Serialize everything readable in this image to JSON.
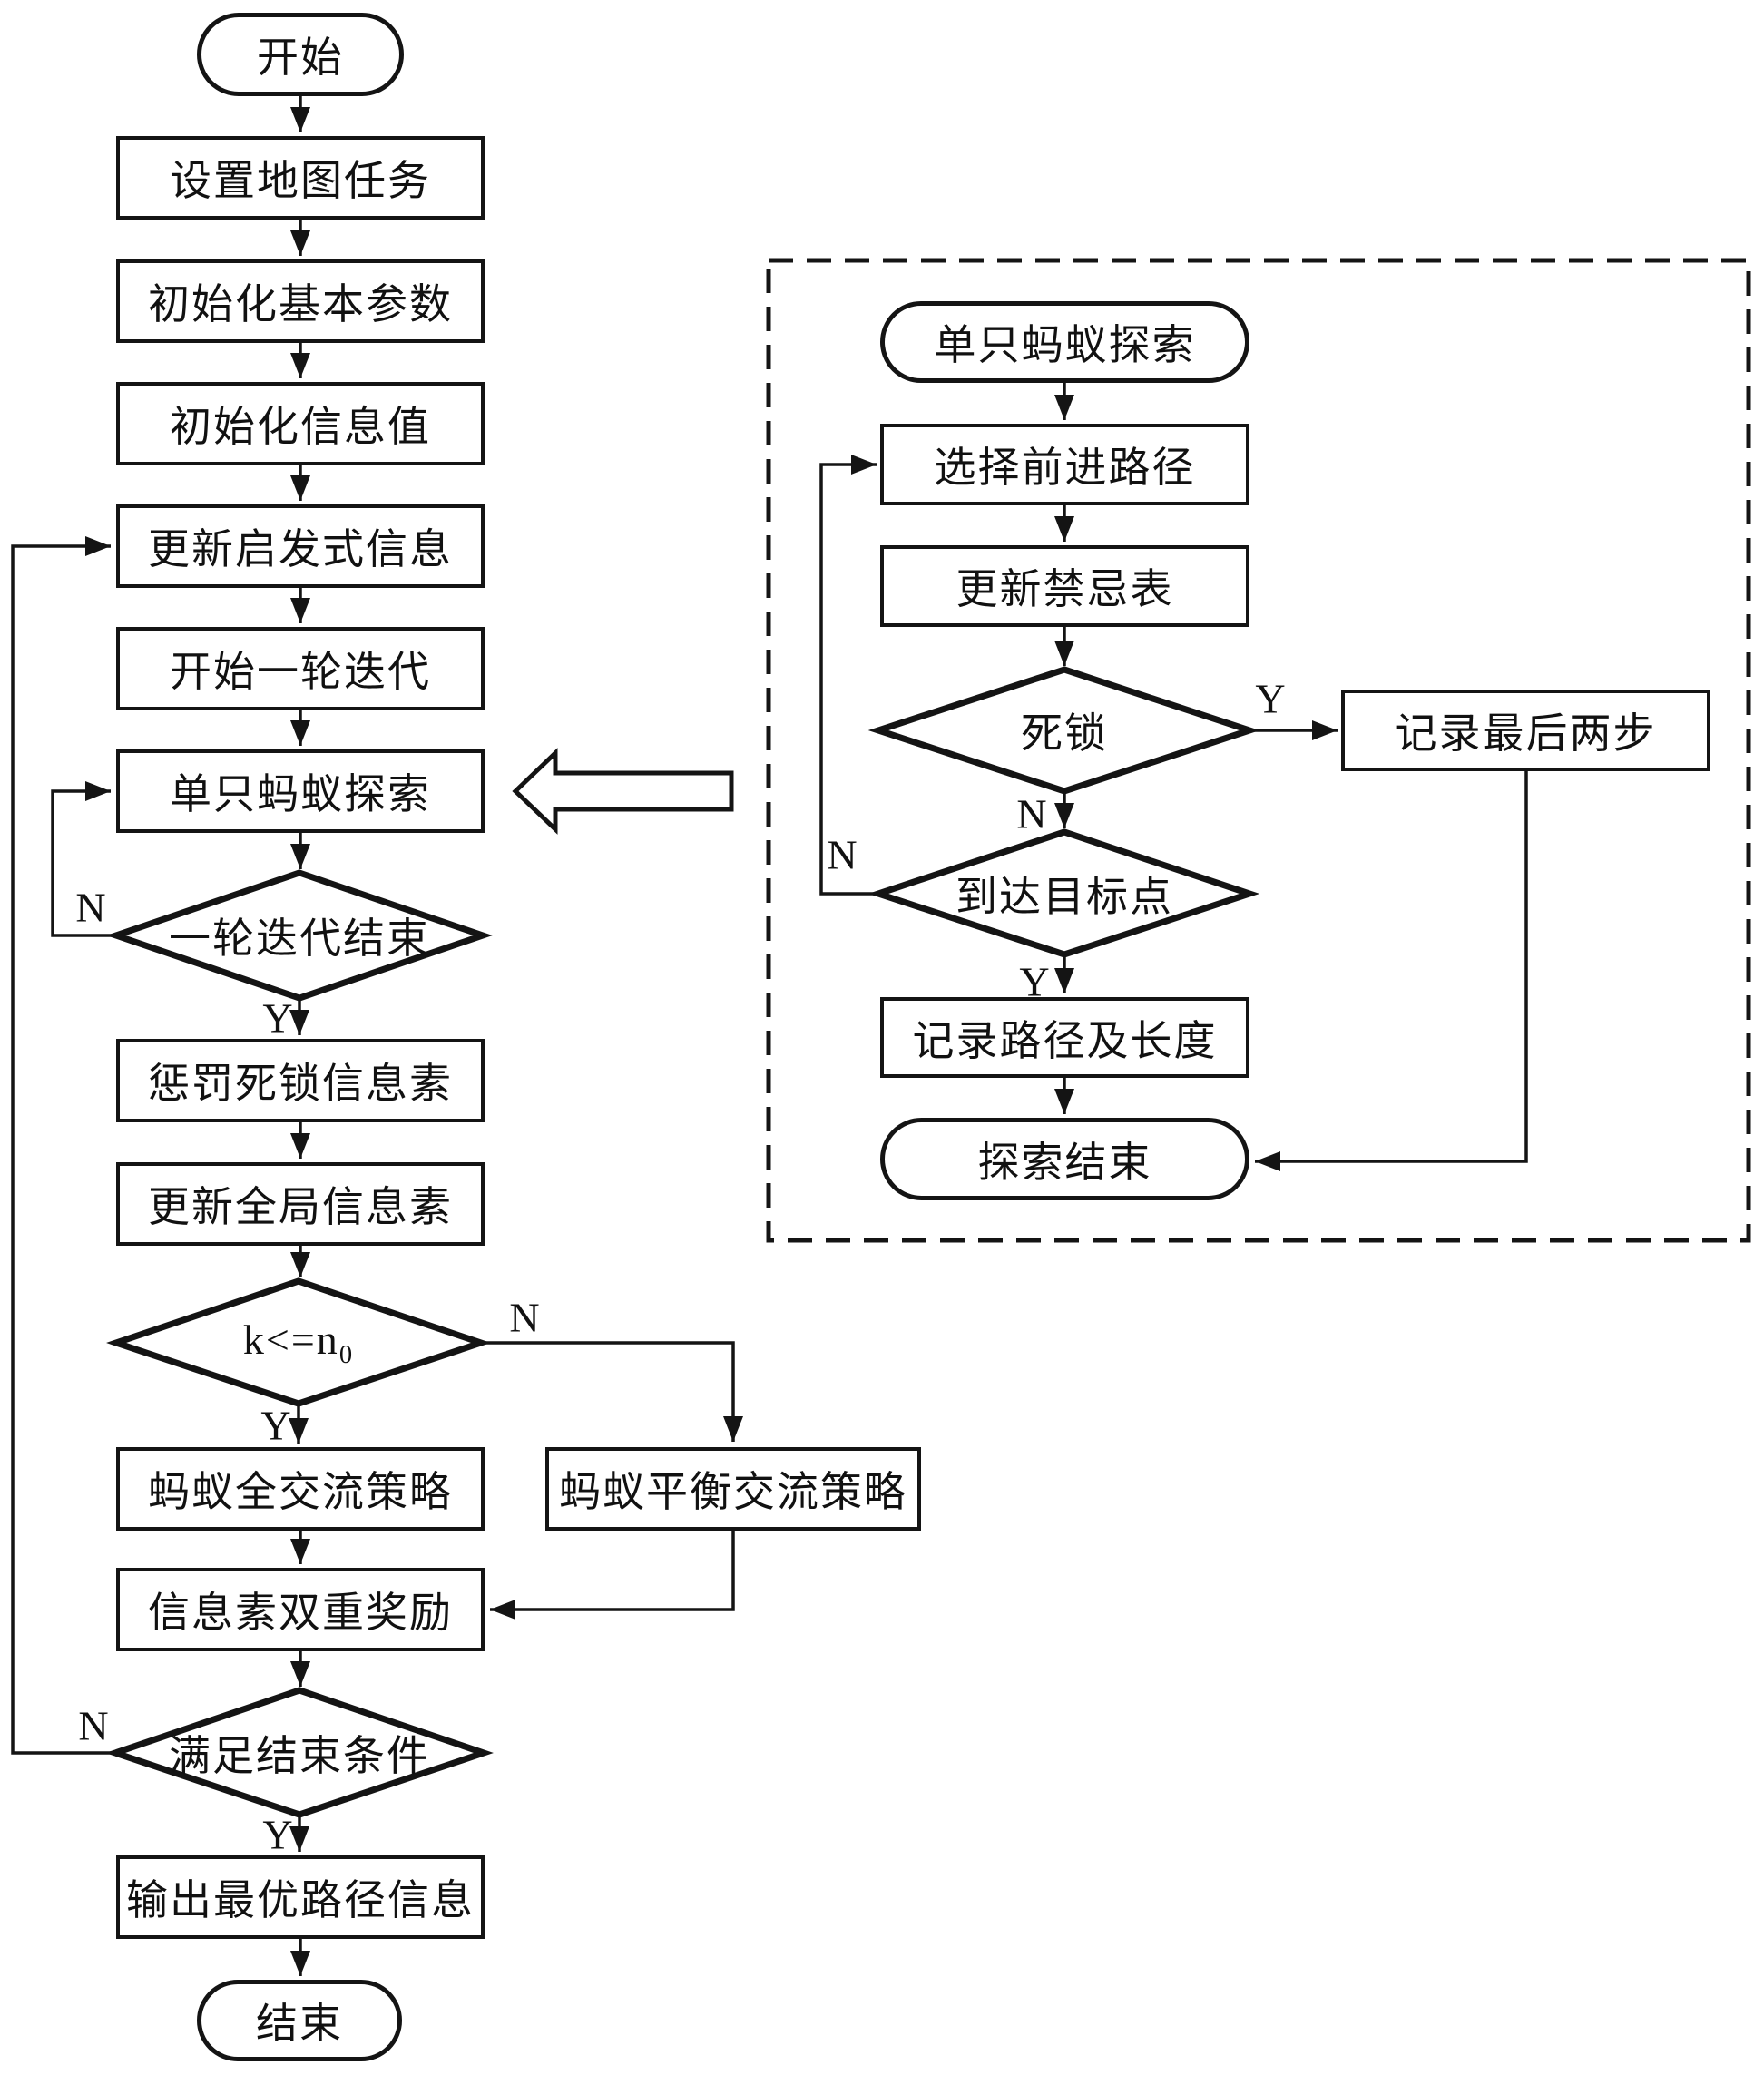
{
  "nodes": {
    "start": {
      "label": "开始"
    },
    "set_map_task": {
      "label": "设置地图任务"
    },
    "init_basic_params": {
      "label": "初始化基本参数"
    },
    "init_info_value": {
      "label": "初始化信息值"
    },
    "update_heuristic_info": {
      "label": "更新启发式信息"
    },
    "start_iteration_round": {
      "label": "开始一轮迭代"
    },
    "single_ant_explore": {
      "label": "单只蚂蚁探索"
    },
    "iteration_round_end": {
      "label": "一轮迭代结束"
    },
    "punish_deadlock_pheromone": {
      "label": "惩罚死锁信息素"
    },
    "update_global_pheromone": {
      "label": "更新全局信息素"
    },
    "k_condition": {
      "label": "k<=n",
      "subscript": "0"
    },
    "ant_full_exchange": {
      "label": "蚂蚁全交流策略"
    },
    "ant_balanced_exchange": {
      "label": "蚂蚁平衡交流策略"
    },
    "pheromone_double_reward": {
      "label": "信息素双重奖励"
    },
    "end_condition": {
      "label": "满足结束条件"
    },
    "output_optimal_path": {
      "label": "输出最优路径信息"
    },
    "end": {
      "label": "结束"
    }
  },
  "subroutine": {
    "start": {
      "label": "单只蚂蚁探索"
    },
    "select_forward_path": {
      "label": "选择前进路径"
    },
    "update_taboo_table": {
      "label": "更新禁忌表"
    },
    "deadlock": {
      "label": "死锁"
    },
    "record_last_two_steps": {
      "label": "记录最后两步"
    },
    "reach_target_point": {
      "label": "到达目标点"
    },
    "record_path_and_length": {
      "label": "记录路径及长度"
    },
    "explore_end": {
      "label": "探索结束"
    }
  },
  "branch_labels": {
    "yes": "Y",
    "no": "N"
  },
  "colors": {
    "line": "#141414",
    "background": "#ffffff"
  }
}
